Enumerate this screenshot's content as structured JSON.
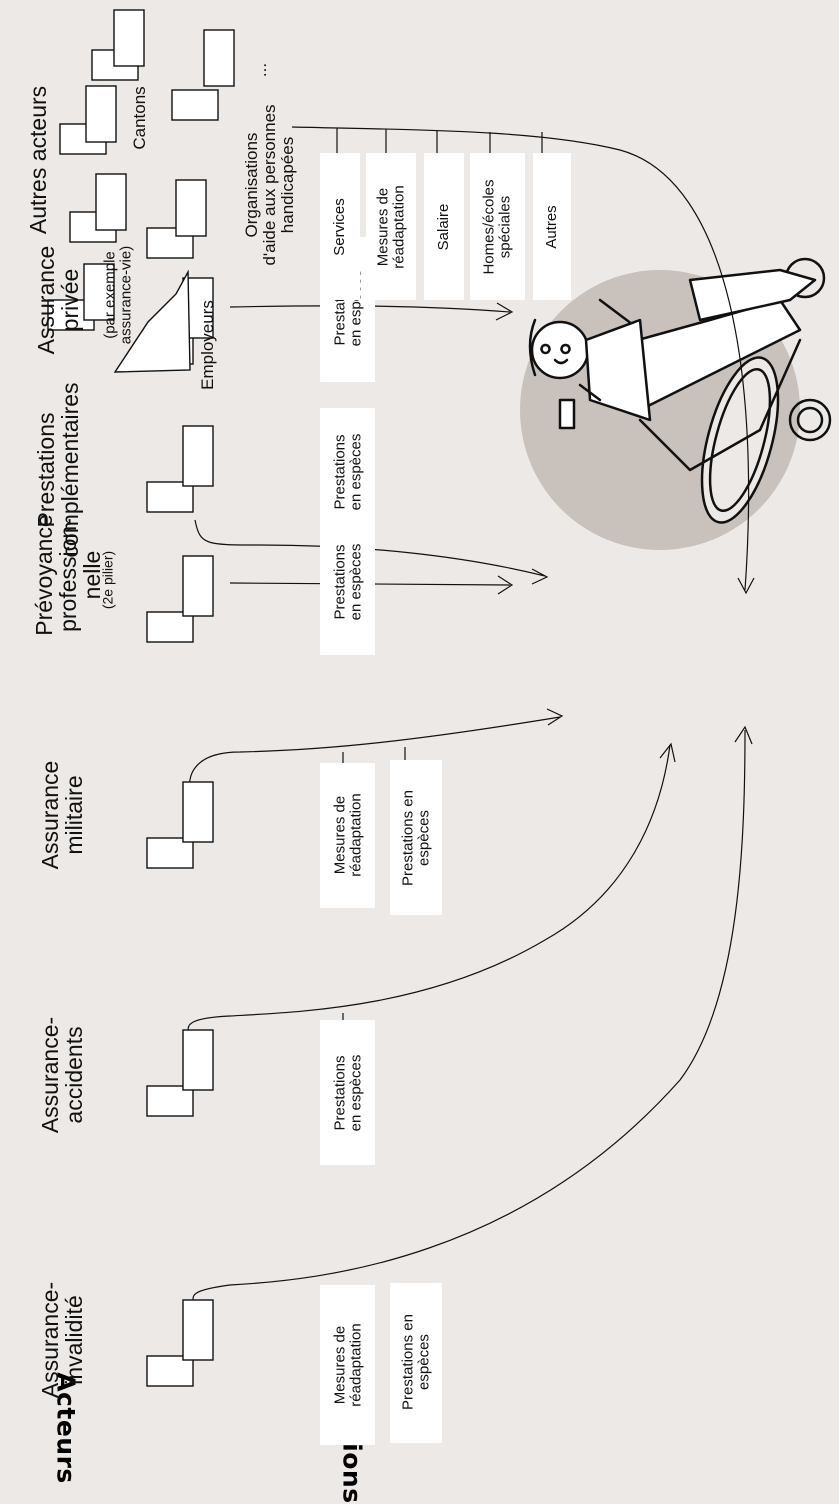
{
  "headings": {
    "actors": "Acteurs",
    "benefits": "Prestations"
  },
  "actors": {
    "ai": "Assurance-\ninvalidité",
    "aa": "Assurance-\naccidents",
    "am": "Assurance\nmilitaire",
    "pp": "Prévoyance\nprofession-\nnelle",
    "pp_note": "(2e pilier)",
    "ap": "Assurance\nprivée",
    "ap_note": "(par exemple\nassurance-vie)",
    "pc": "Prestations\ncomplémentaires",
    "autres": "Autres acteurs",
    "cantons": "Cantons",
    "employeurs": "Employeurs",
    "organisations": "Organisations\nd'aide aux personnes\nhandicapées",
    "ellipsis": "..."
  },
  "benefits": {
    "readaptation": "Mesures de\nréadaptation",
    "especes": "Prestations\nen espèces",
    "especes_alt": "Prestations en\nespèces",
    "services": "Services",
    "salaire": "Salaire",
    "homes": "Homes/écoles\nspéciales",
    "autres": "Autres"
  },
  "colors": {
    "background": "#ede9e6",
    "circle": "#c9c2bc",
    "box": "#ffffff",
    "ink": "#111111"
  }
}
